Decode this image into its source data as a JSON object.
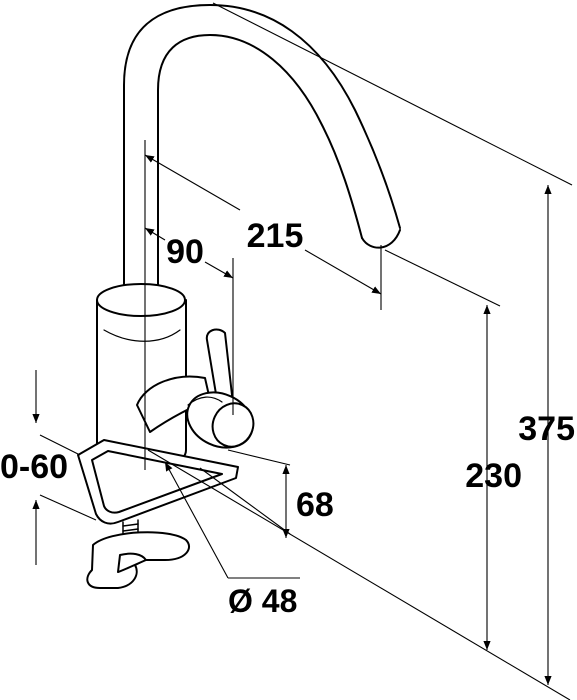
{
  "dimensions": {
    "height_total": "375",
    "height_spout": "230",
    "reach": "215",
    "offset": "90",
    "body_height": "68",
    "counter_thickness": "0-60",
    "diameter": "Ø 48"
  }
}
